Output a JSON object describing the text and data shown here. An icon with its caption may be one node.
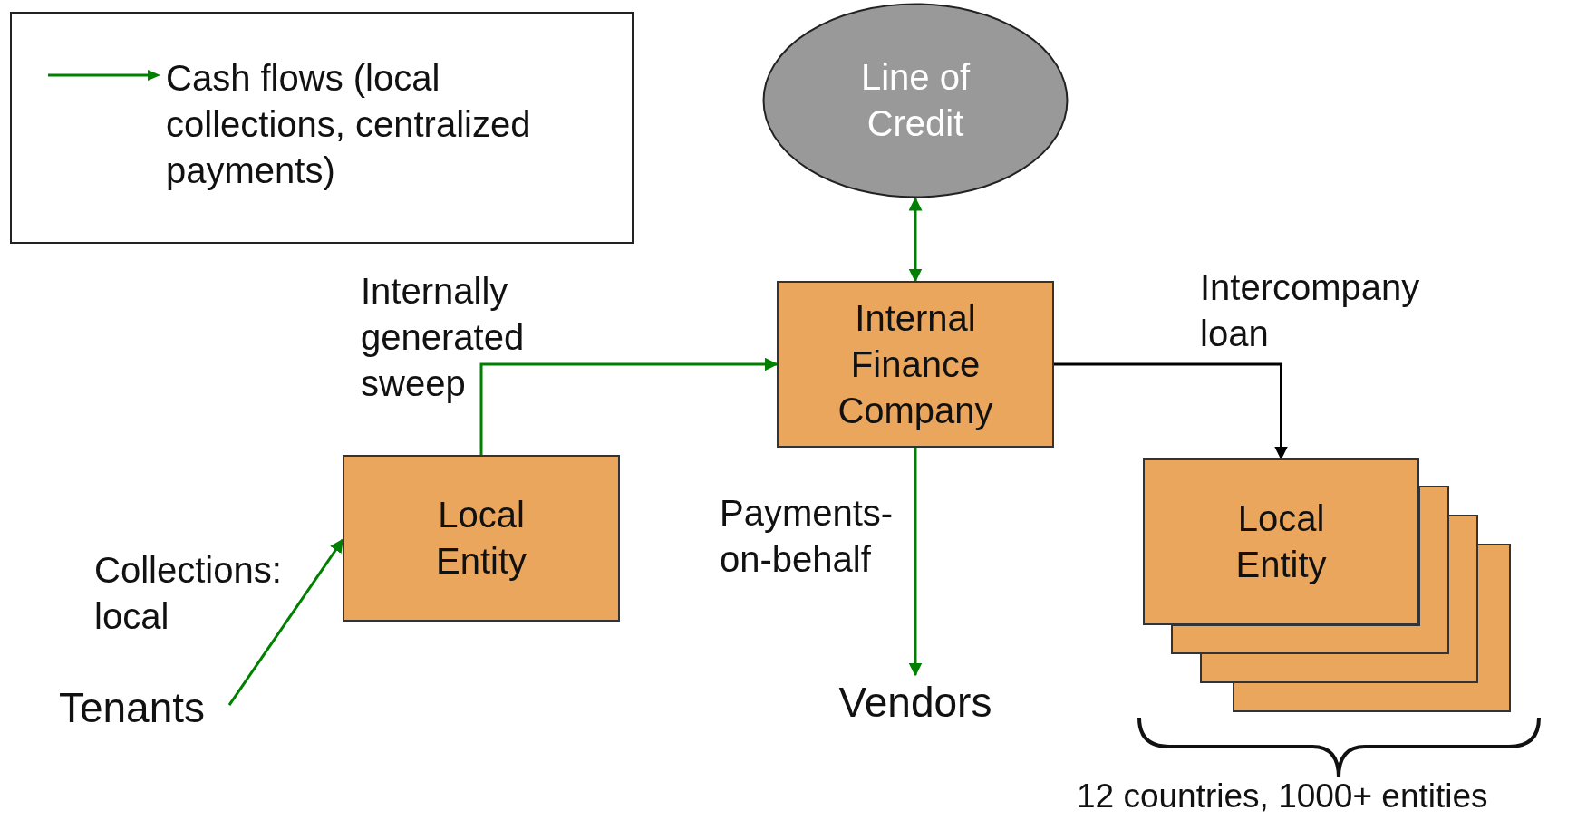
{
  "diagram": {
    "nodes": [
      {
        "text": [
          "Line of Credit"
        ]
      },
      {
        "text": [
          "Internal Finance Company"
        ]
      },
      {
        "text": [
          "Local Entity"
        ]
      },
      {
        "text": [
          "Tenants"
        ]
      },
      {
        "text": [
          "Vendors"
        ]
      },
      {
        "text": [
          "Local Entity"
        ]
      },
      {
        "text": [],
        "shape": "box"
      },
      {
        "text": [],
        "shape": "box"
      },
      {
        "text": [],
        "shape": "box"
      }
    ],
    "edges": [
      {
        "from": 0,
        "to": 1,
        "arrow": "both"
      },
      {
        "from": 2,
        "to": 1,
        "arrow": "to",
        "label": "Internally generated sweep"
      },
      {
        "from": 1,
        "to": 4,
        "arrow": "to",
        "label": "Payments-on-behalf"
      },
      {
        "from": 3,
        "to": 2,
        "arrow": "to",
        "label": "Collections: local"
      },
      {
        "from": 1,
        "to": 5,
        "arrow": "to",
        "label": "Intercompany loan",
        "color": "#000000"
      }
    ],
    "labels": [
      "12 countries, 1000+ entities"
    ],
    "legend": [
      {
        "text": "Cash flows (local collections, centralized payments)"
      }
    ]
  }
}
